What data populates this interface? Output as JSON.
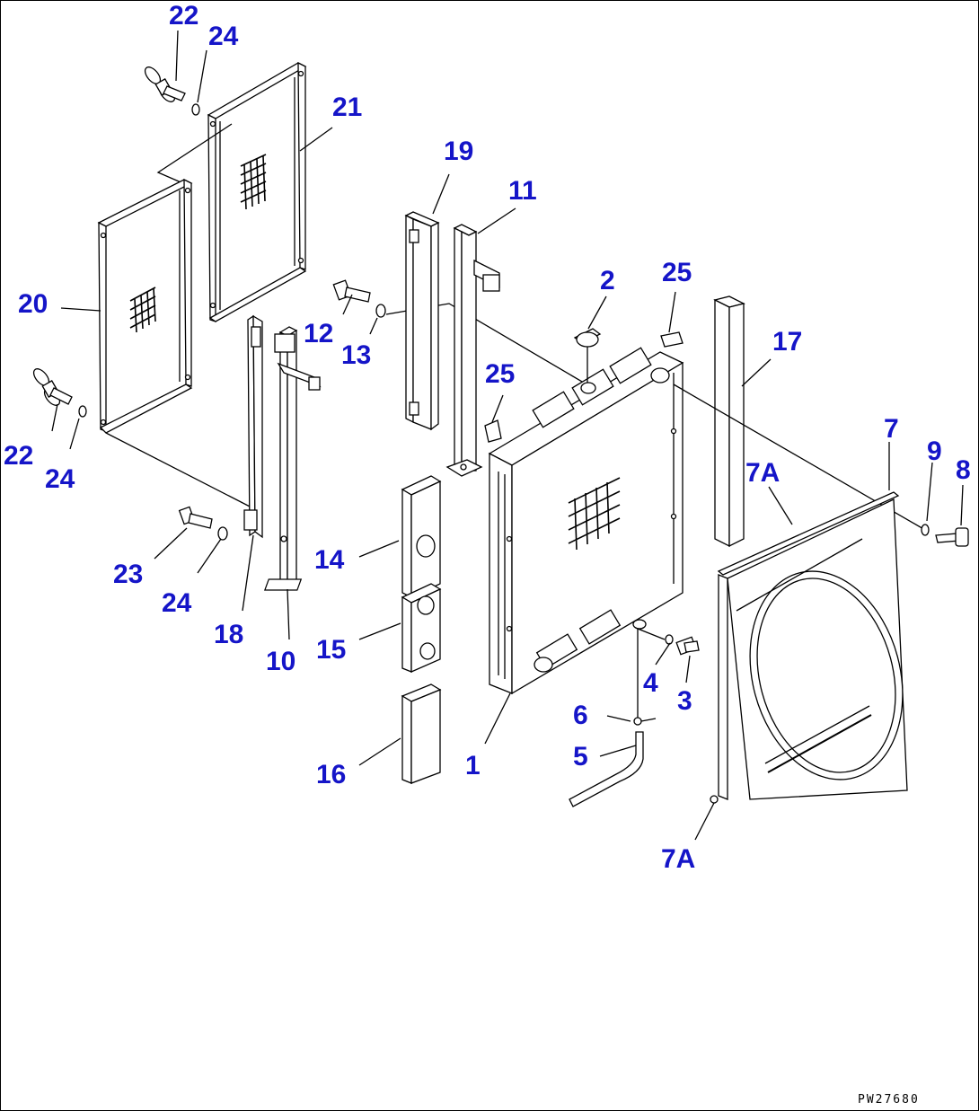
{
  "drawing_code": "PW27680",
  "callouts": [
    {
      "id": "c22a",
      "text": "22"
    },
    {
      "id": "c24a",
      "text": "24"
    },
    {
      "id": "c21",
      "text": "21"
    },
    {
      "id": "c19",
      "text": "19"
    },
    {
      "id": "c11",
      "text": "11"
    },
    {
      "id": "c20",
      "text": "20"
    },
    {
      "id": "c12",
      "text": "12"
    },
    {
      "id": "c13",
      "text": "13"
    },
    {
      "id": "c2",
      "text": "2"
    },
    {
      "id": "c25a",
      "text": "25"
    },
    {
      "id": "c17",
      "text": "17"
    },
    {
      "id": "c25b",
      "text": "25"
    },
    {
      "id": "c7",
      "text": "7"
    },
    {
      "id": "c22b",
      "text": "22"
    },
    {
      "id": "c24b",
      "text": "24"
    },
    {
      "id": "c7Aa",
      "text": "7A"
    },
    {
      "id": "c9",
      "text": "9"
    },
    {
      "id": "c8",
      "text": "8"
    },
    {
      "id": "c23",
      "text": "23"
    },
    {
      "id": "c24c",
      "text": "24"
    },
    {
      "id": "c14",
      "text": "14"
    },
    {
      "id": "c18",
      "text": "18"
    },
    {
      "id": "c10",
      "text": "10"
    },
    {
      "id": "c15",
      "text": "15"
    },
    {
      "id": "c4",
      "text": "4"
    },
    {
      "id": "c3",
      "text": "3"
    },
    {
      "id": "c6",
      "text": "6"
    },
    {
      "id": "c5",
      "text": "5"
    },
    {
      "id": "c1",
      "text": "1"
    },
    {
      "id": "c16",
      "text": "16"
    },
    {
      "id": "c7Ab",
      "text": "7A"
    }
  ]
}
